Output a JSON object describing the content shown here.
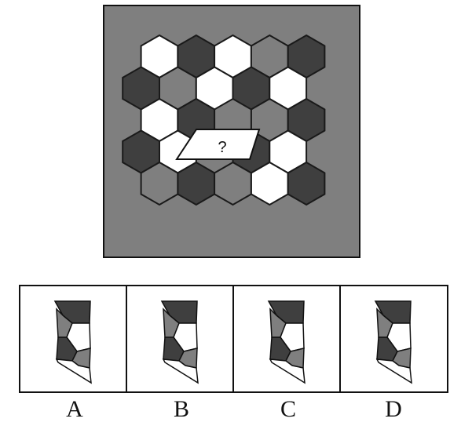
{
  "puzzle": {
    "question_mark": "?",
    "colors": {
      "background_panel": "#7f7f7f",
      "dark_hex": "#3f3f3f",
      "white_hex": "#ffffff",
      "gray_hex": "#7f7f7f",
      "stroke": "#1a1a1a"
    },
    "hex_grid": [
      [
        "white",
        "dark",
        "white",
        "gray",
        "dark"
      ],
      [
        "dark",
        "gray",
        "white",
        "dark",
        "white"
      ],
      [
        "white",
        "dark",
        "missing",
        "gray",
        "dark"
      ],
      [
        "dark",
        "white",
        "missing",
        "dark",
        "white"
      ],
      [
        "gray",
        "dark",
        "gray",
        "white",
        "dark"
      ]
    ]
  },
  "options": [
    {
      "label": "A",
      "fills": [
        "dark",
        "gray",
        "white",
        "dark",
        "gray",
        "white"
      ]
    },
    {
      "label": "B",
      "fills": [
        "dark",
        "gray",
        "white",
        "dark",
        "gray",
        "white"
      ]
    },
    {
      "label": "C",
      "fills": [
        "dark",
        "gray",
        "white",
        "dark",
        "gray",
        "white"
      ]
    },
    {
      "label": "D",
      "fills": [
        "dark",
        "gray",
        "white",
        "dark",
        "gray",
        "white"
      ]
    }
  ]
}
